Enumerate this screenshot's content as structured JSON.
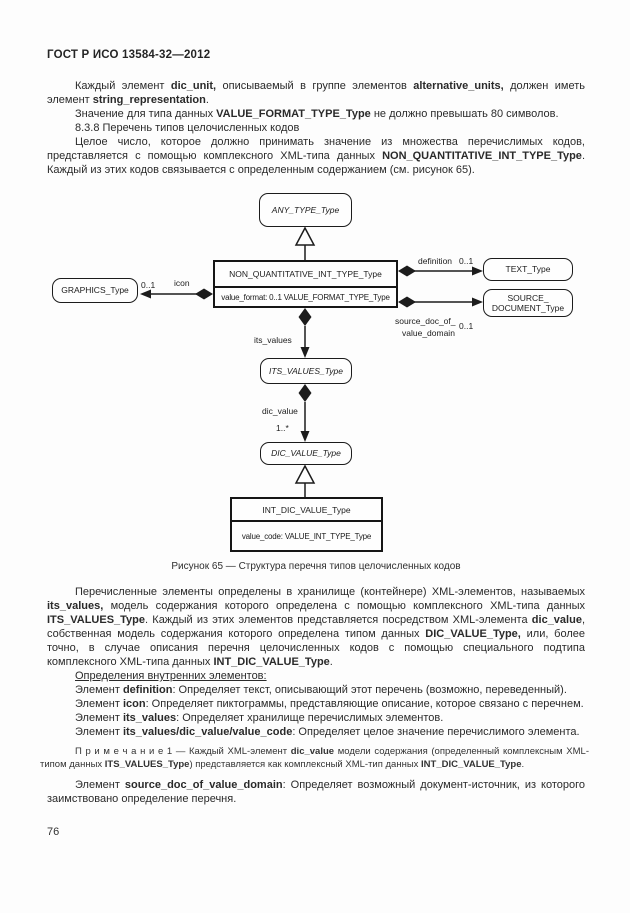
{
  "header": {
    "title": "ГОСТ Р ИСО 13584-32—2012"
  },
  "intro_paragraphs": [
    {
      "runs": [
        {
          "t": "Каждый элемент "
        },
        {
          "t": "dic_unit,",
          "b": 1
        },
        {
          "t": " описываемый в группе элементов "
        },
        {
          "t": "alternative_units,",
          "b": 1
        },
        {
          "t": " должен иметь элемент "
        },
        {
          "t": "string_representation",
          "b": 1
        },
        {
          "t": "."
        }
      ]
    },
    {
      "runs": [
        {
          "t": "Значение для типа данных "
        },
        {
          "t": "VALUE_FORMAT_TYPE_Type",
          "b": 1
        },
        {
          "t": " не должно превышать 80 символов."
        }
      ]
    },
    {
      "runs": [
        {
          "t": "8.3.8 Перечень типов целочисленных кодов"
        }
      ]
    },
    {
      "runs": [
        {
          "t": "Целое число, которое должно принимать значение из множества перечислимых кодов, представляется с помощью комплексного XML-типа данных "
        },
        {
          "t": "NON_QUANTITATIVE_INT_TYPE_Type",
          "b": 1
        },
        {
          "t": ". Каждый из этих кодов связывается с определенным содержанием (см. рисунок 65)."
        }
      ]
    }
  ],
  "figure": {
    "caption": "Рисунок 65 — Структура перечня типов целочисленных кодов",
    "diagram": {
      "nodes": {
        "any_type": "ANY_TYPE_Type",
        "main_title": "NON_QUANTITATIVE_INT_TYPE_Type",
        "main_attr": "value_format: 0..1 VALUE_FORMAT_TYPE_Type",
        "graphics": "GRAPHICS_Type",
        "text": "TEXT_Type",
        "source_line1": "SOURCE_",
        "source_line2": "DOCUMENT_Type",
        "its_values": "ITS_VALUES_Type",
        "dic_value": "DIC_VALUE_Type",
        "int_dic_title": "INT_DIC_VALUE_Type",
        "int_dic_attr": "value_code: VALUE_INT_TYPE_Type"
      },
      "labels": {
        "icon": "icon",
        "icon_mult": "0..1",
        "definition": "definition",
        "definition_mult": "0..1",
        "source_doc_line1": "source_doc_of_",
        "source_doc_line2": "value_domain",
        "source_mult": "0..1",
        "its_values": "its_values",
        "dic_value": "dic_value",
        "dic_value_mult": "1..*"
      }
    }
  },
  "body_paragraphs": [
    {
      "runs": [
        {
          "t": "Перечисленные элементы определены в хранилище (контейнере) XML-элементов, называемых "
        },
        {
          "t": "its_values,",
          "b": 1
        },
        {
          "t": " модель содержания которого определена с помощью комплексного XML-типа данных "
        },
        {
          "t": "ITS_VALUES_Type",
          "b": 1
        },
        {
          "t": ". Каждый из этих элементов представляется посредством XML-элемента "
        },
        {
          "t": "dic_value",
          "b": 1
        },
        {
          "t": ", собственная модель содержания которого определена типом данных "
        },
        {
          "t": "DIC_VALUE_Type,",
          "b": 1
        },
        {
          "t": " или, более точно, в случае описания перечня целочисленных кодов с помощью специального подтипа комплексного XML-типа данных "
        },
        {
          "t": "INT_DIC_VALUE_Type",
          "b": 1
        },
        {
          "t": "."
        }
      ]
    },
    {
      "runs": [
        {
          "t": "Определения внутренних элементов:",
          "u": 1
        }
      ]
    },
    {
      "runs": [
        {
          "t": "Элемент "
        },
        {
          "t": "definition",
          "b": 1
        },
        {
          "t": ": Определяет текст, описывающий этот перечень (возможно, переведенный)."
        }
      ]
    },
    {
      "runs": [
        {
          "t": "Элемент "
        },
        {
          "t": "icon",
          "b": 1
        },
        {
          "t": ": Определяет пиктограммы, представляющие описание, которое связано с перечнем."
        }
      ]
    },
    {
      "runs": [
        {
          "t": "Элемент "
        },
        {
          "t": "its_values",
          "b": 1
        },
        {
          "t": ": Определяет хранилище перечислимых элементов."
        }
      ]
    },
    {
      "runs": [
        {
          "t": "Элемент "
        },
        {
          "t": "its_values/dic_value/value_code",
          "b": 1
        },
        {
          "t": ": Определяет целое значение перечислимого элемента."
        }
      ]
    }
  ],
  "note": {
    "runs": [
      {
        "t": "П р и м е ч а н и е  1 — Каждый XML-элемент "
      },
      {
        "t": "dic_value",
        "b": 1
      },
      {
        "t": " модели содержания (определенный комплексным XML-типом данных "
      },
      {
        "t": "ITS_VALUES_Type",
        "b": 1
      },
      {
        "t": ") представляется как комплексный XML-тип данных "
      },
      {
        "t": "INT_DIC_VALUE_Type",
        "b": 1
      },
      {
        "t": "."
      }
    ]
  },
  "last_paragraph": {
    "runs": [
      {
        "t": "Элемент "
      },
      {
        "t": "source_doc_of_value_domain",
        "b": 1
      },
      {
        "t": ": Определяет возможный документ-источник, из которого заимствовано определение перечня."
      }
    ]
  },
  "footer": {
    "page_number": "76"
  }
}
